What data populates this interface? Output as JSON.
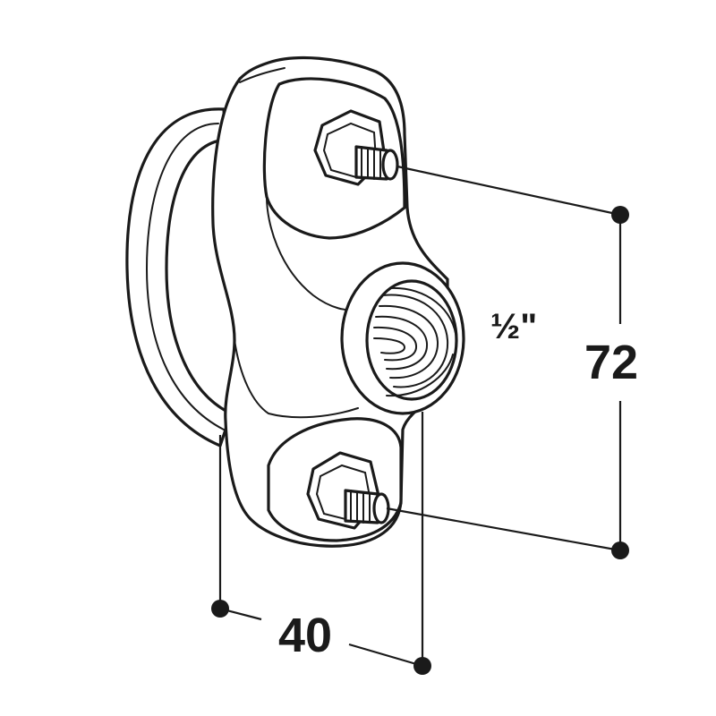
{
  "diagram": {
    "labels": {
      "thread_size": "½\"",
      "height_dimension": "72",
      "width_dimension": "40"
    },
    "colors": {
      "ink": "#1a1a1a",
      "background": "#ffffff"
    }
  }
}
